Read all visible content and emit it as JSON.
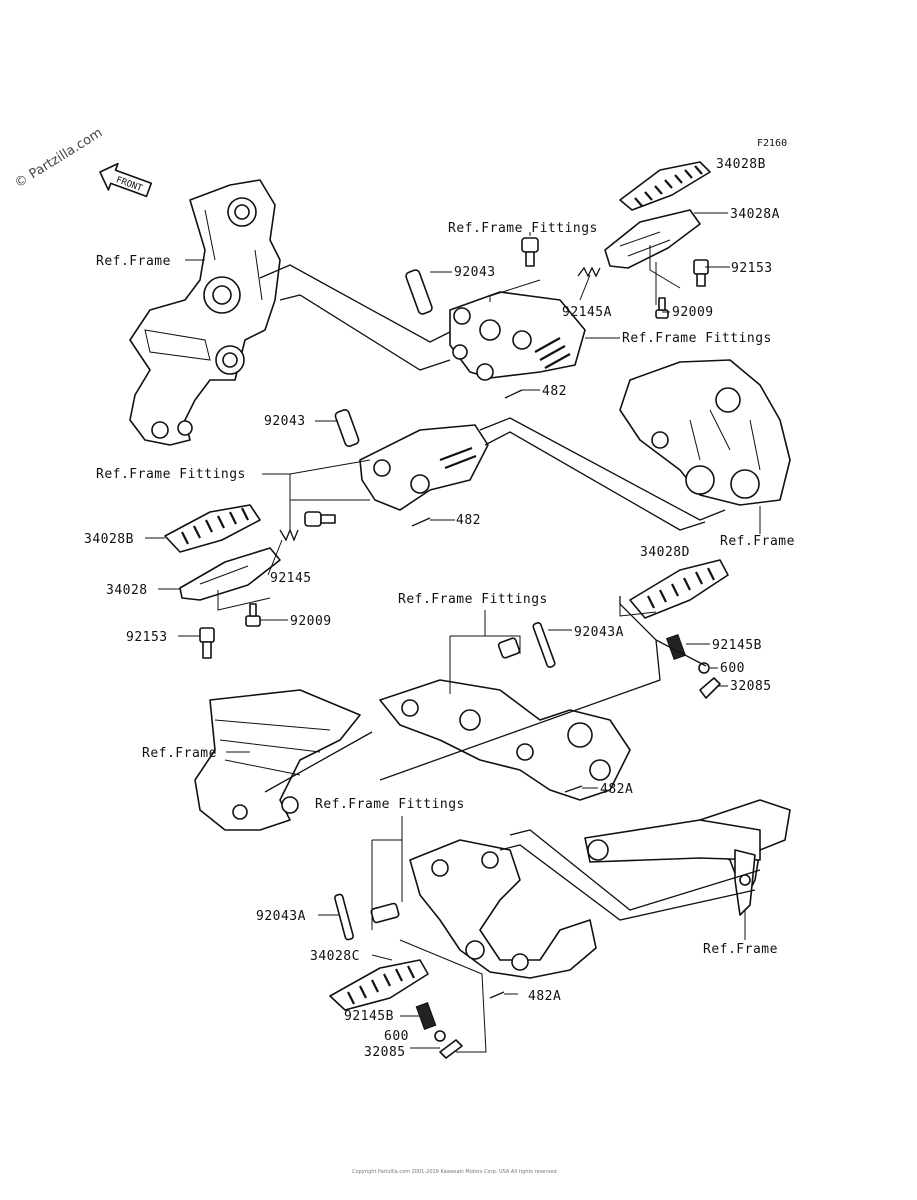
{
  "watermark": "© Partzilla.com",
  "diagram_code": "F2160",
  "front_label": "FRONT",
  "footer": "Copyright Partzilla.com 2001-2019 Kawasaki Motors Corp. USA All rights reserved",
  "labels": {
    "p34028B_top": "34028B",
    "p34028A": "34028A",
    "p92153_top": "92153",
    "p92009_top": "92009",
    "ref_frame_fittings_1": "Ref.Frame Fittings",
    "p92043_1": "92043",
    "p92145A": "92145A",
    "ref_frame_fittings_2": "Ref.Frame Fittings",
    "p482_1": "482",
    "ref_frame_1": "Ref.Frame",
    "p92043_2": "92043",
    "ref_frame_fittings_3": "Ref.Frame Fittings",
    "p482_2": "482",
    "p34028B_mid": "34028B",
    "p92145": "92145",
    "p34028": "34028",
    "p92009_mid": "92009",
    "p92153_mid": "92153",
    "ref_frame_2": "Ref.Frame",
    "p34028D": "34028D",
    "ref_frame_fittings_4": "Ref.Frame Fittings",
    "p92043A_1": "92043A",
    "p92145B_1": "92145B",
    "p600_1": "600",
    "p32085_1": "32085",
    "ref_frame_3": "Ref.Frame",
    "p482A_1": "482A",
    "ref_frame_fittings_5": "Ref.Frame Fittings",
    "p92043A_2": "92043A",
    "p34028C": "34028C",
    "p482A_2": "482A",
    "p92145B_2": "92145B",
    "p600_2": "600",
    "p32085_2": "32085",
    "ref_frame_4": "Ref.Frame"
  }
}
